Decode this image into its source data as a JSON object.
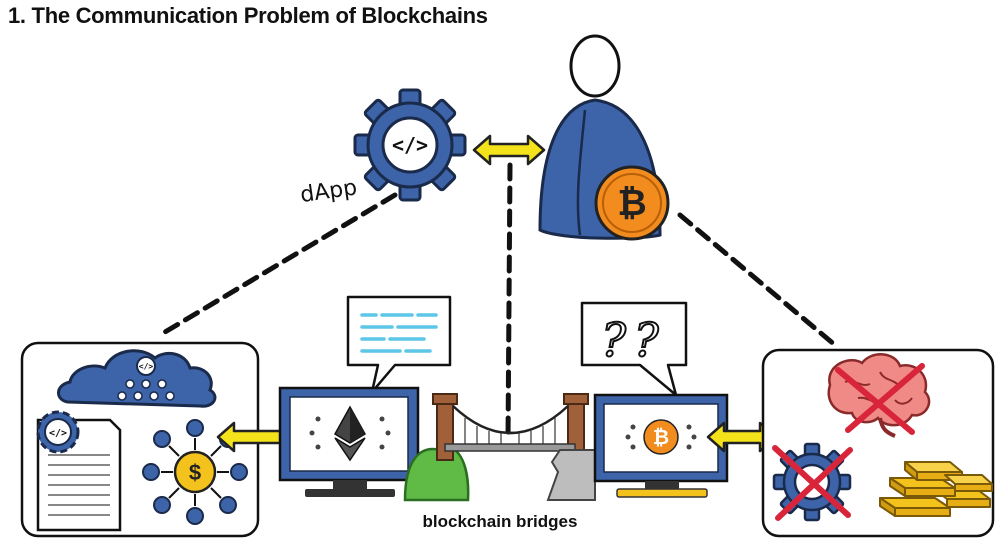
{
  "title": "1. The Communication Problem of Blockchains",
  "labels": {
    "dapp": "dApp",
    "bridges": "blockchain bridges",
    "question_marks": "??"
  },
  "icons": {
    "dapp_gear": "code-gear-icon",
    "user": "user-figure-icon",
    "bitcoin_coin": "bitcoin-coin-icon",
    "ethereum": "ethereum-icon",
    "bitcoin_monitor": "bitcoin-icon",
    "brain": "brain-icon",
    "gold": "gold-bars-icon"
  },
  "colors": {
    "gear_blue": "#3d63a8",
    "bitcoin_orange": "#f28c1e",
    "arrow_yellow": "#f4e21a",
    "cross_red": "#d9253a",
    "bridge_brown": "#a0603a",
    "grass_green": "#5fba46",
    "gold": "#f4c21c"
  }
}
